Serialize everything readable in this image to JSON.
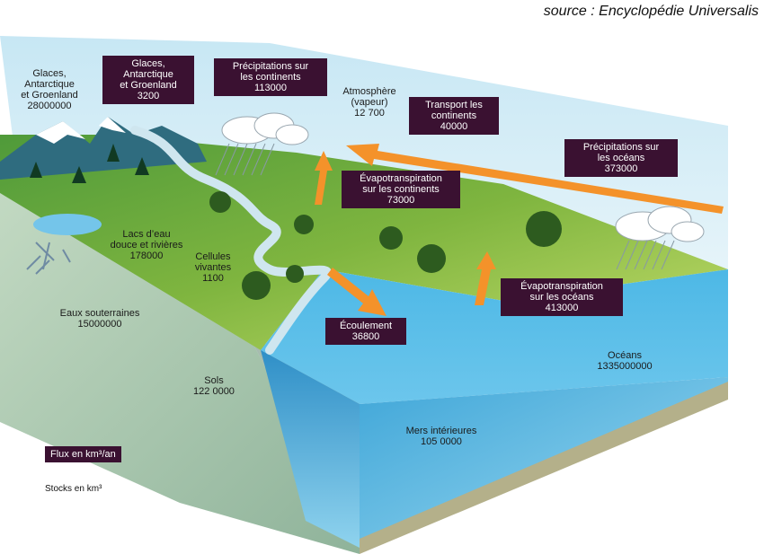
{
  "source": "source : Encyclopédie Universalis",
  "boxes": {
    "glaces_flux": [
      "Glaces,",
      "Antarctique",
      "et Groenland",
      "3200"
    ],
    "precip_continents": [
      "Précipitations sur",
      "les continents",
      "113000"
    ],
    "transport": [
      "Transport les",
      "continents",
      "40000"
    ],
    "precip_oceans": [
      "Précipitations sur",
      "les océans",
      "373000"
    ],
    "evapo_continents": [
      "Évapotranspiration",
      "sur les continents",
      "73000"
    ],
    "evapo_oceans": [
      "Évapotranspiration",
      "sur les océans",
      "413000"
    ],
    "ecoulement": [
      "Écoulement",
      "36800"
    ]
  },
  "stocks": {
    "glaces": [
      "Glaces,",
      "Antarctique",
      "et Groenland",
      "28000000"
    ],
    "atmosphere": [
      "Atmosphère",
      "(vapeur)",
      "12 700"
    ],
    "lacs": [
      "Lacs d’eau",
      "douce et rivières",
      "178000"
    ],
    "cellules": [
      "Cellules",
      "vivantes",
      "1100"
    ],
    "eaux_souterraines": [
      "Eaux souterraines",
      "15000000"
    ],
    "sols": [
      "Sols",
      "122 0000"
    ],
    "oceans": [
      "Océans",
      "1335000000"
    ],
    "mers": [
      "Mers intérieures",
      "105 0000"
    ]
  },
  "legend": {
    "flux": "Flux en km³/an",
    "stocks": "Stocks en km³"
  },
  "colors": {
    "box": "#3a1131",
    "arrow": "#f4922a",
    "ocean": "#5fb3dc",
    "land": "#9cc44a",
    "ground": "#a7c5a2"
  }
}
